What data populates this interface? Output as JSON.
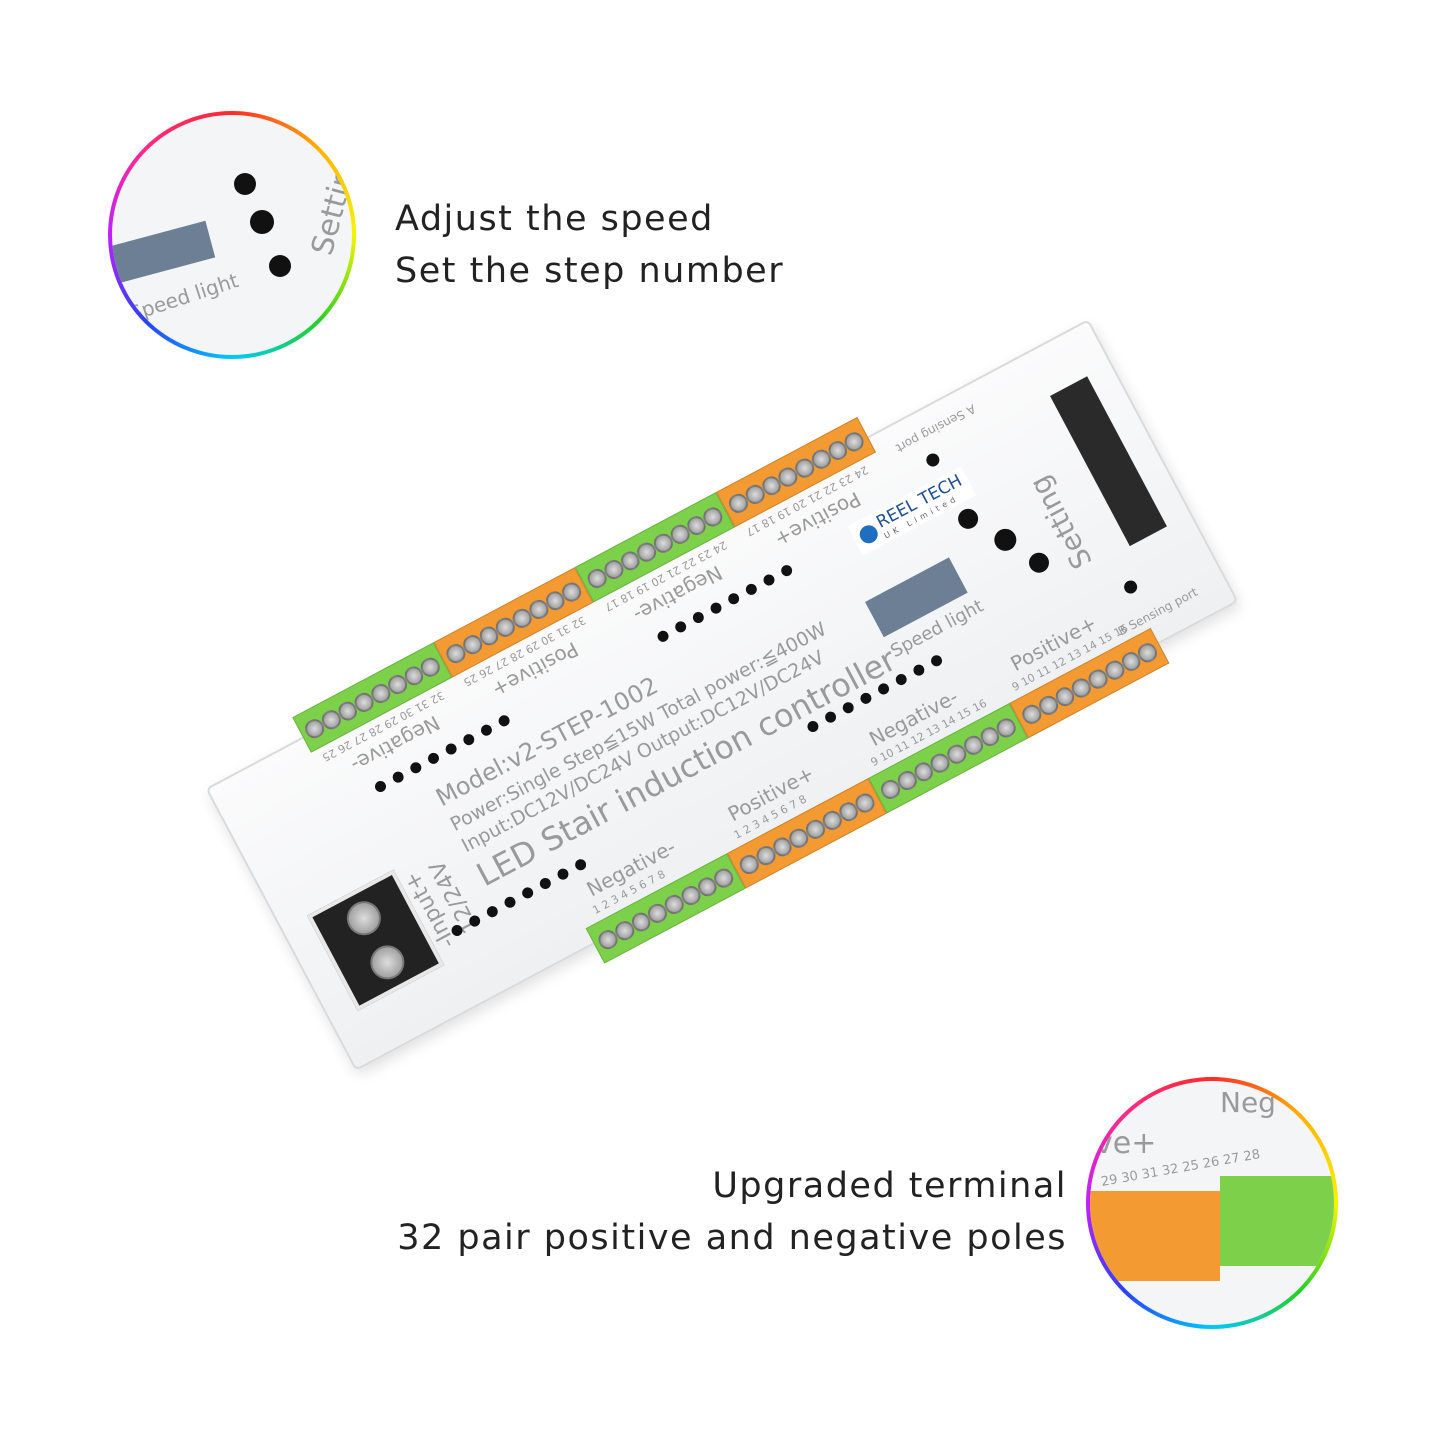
{
  "top_callout": {
    "lines": [
      "Adjust the speed",
      "Set the step number"
    ],
    "inset_labels": {
      "setting": "Setting",
      "speed_light": "Speed light"
    }
  },
  "bottom_callout": {
    "lines": [
      "Upgraded terminal",
      "32 pair positive and negative poles"
    ],
    "inset_labels": {
      "negative": "Neg",
      "positive": "ve+",
      "numbers": "29 30 31 32  25 26 27 28"
    }
  },
  "device": {
    "model": "Model:v2-STEP-1002",
    "power": "Power:Single Step≦15W Total power:≦400W",
    "io": "Input:DC12V/DC24V Output:DC12V/DC24V",
    "name": "LED Stair induction controller",
    "input_label": "-Input+",
    "input_voltage": "12/24V",
    "setting": "Setting",
    "speed_light": "Speed light",
    "a_port": "A Sensing port",
    "b_port": "B Sensing port",
    "logo": {
      "name": "REEL TECH",
      "sub": "UK Limited"
    },
    "bottom_groups": [
      {
        "label": "Negative-",
        "numbers": "1 2 3 4 5 6 7 8"
      },
      {
        "label": "Positive+",
        "numbers": "1 2 3 4 5 6 7 8"
      },
      {
        "label": "Negative-",
        "numbers": "9 10 11 12 13 14 15 16"
      },
      {
        "label": "Positive+",
        "numbers": "9 10 11 12 13 14 15 16"
      }
    ],
    "top_groups": [
      {
        "label": "Negative-",
        "numbers": "32 31 30 29 28 27 26 25"
      },
      {
        "label": "Positive+",
        "numbers": "32 31 30 29 28 27 26 25"
      },
      {
        "label": "Negative-",
        "numbers": "24 23 22 21 20 19 18 17"
      },
      {
        "label": "Positive+",
        "numbers": "24 23 22 21 20 19 18 17"
      }
    ]
  },
  "colors": {
    "green_terminal": "#7dd14a",
    "orange_terminal": "#f39a32",
    "logo_blue": "#1f6fc1"
  }
}
